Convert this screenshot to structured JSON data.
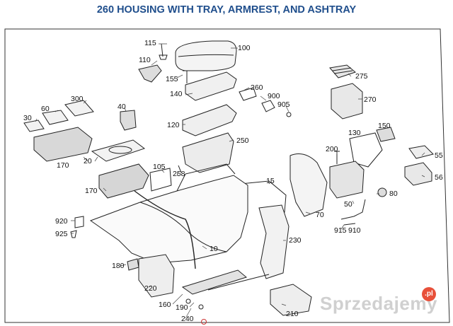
{
  "title": "260 HOUSING WITH TRAY, ARMREST, AND ASHTRAY",
  "part_labels": {
    "p115": "115",
    "p100": "100",
    "p110": "110",
    "p155": "155",
    "p275": "275",
    "p140": "140",
    "p260": "260",
    "p900": "900",
    "p905": "905",
    "p300": "300",
    "p60": "60",
    "p30": "30",
    "p40": "40",
    "p120": "120",
    "p270": "270",
    "p130": "130",
    "p150": "150",
    "p250": "250",
    "p200": "200",
    "p55": "55",
    "p170a": "170",
    "p20": "20",
    "p105": "105",
    "p258": "258",
    "p15": "15",
    "p56": "56",
    "p170b": "170",
    "p80": "80",
    "p50": "50",
    "p920": "920",
    "p70": "70",
    "p925": "925",
    "p915": "915",
    "p910": "910",
    "p230": "230",
    "p10": "10",
    "p180": "180",
    "p210": "210",
    "p220": "220",
    "p160": "160",
    "p190": "190",
    "p240": "240"
  },
  "watermark": {
    "text": "Sprzedajemy",
    "suffix": ".pl"
  }
}
